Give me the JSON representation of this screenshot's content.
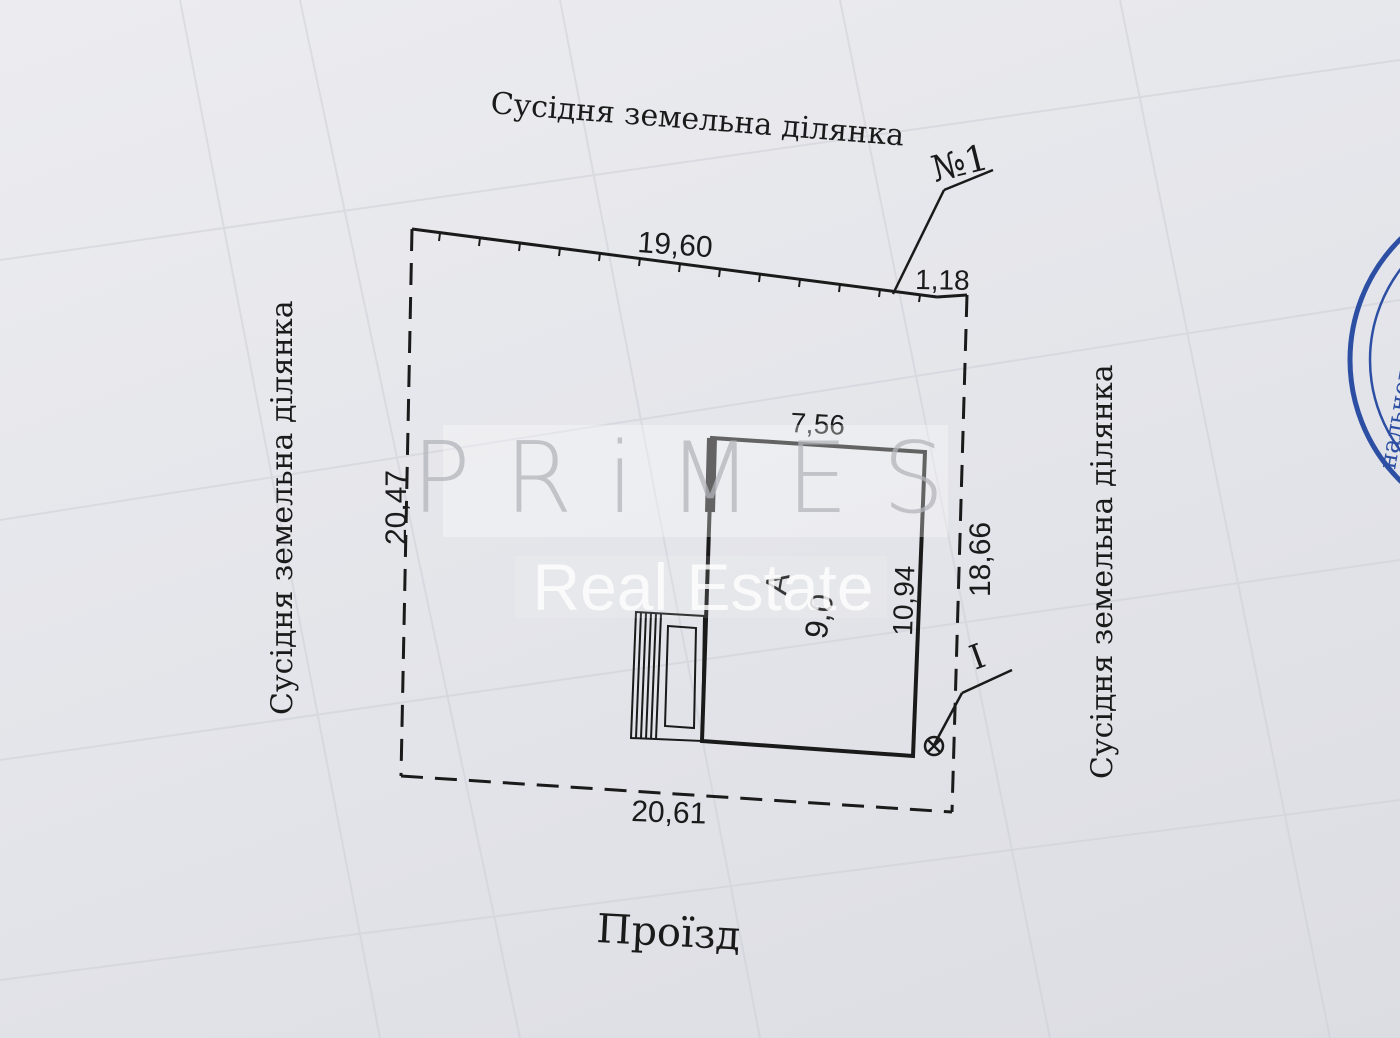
{
  "labels": {
    "north": "Сусідня земельна ділянка",
    "west": "Сусідня земельна ділянка",
    "east": "Сусідня земельна ділянка",
    "south": "Проїзд",
    "parcel_number": "№1",
    "point_label": "I"
  },
  "dimensions": {
    "top": "19,60",
    "top_right_short": "1,18",
    "left": "20,47",
    "right": "18,66",
    "bottom": "20,61",
    "building_width": "7,56",
    "building_depth": "10,94"
  },
  "building": {
    "letter": "А",
    "height": "9,0"
  },
  "watermark": {
    "brand": "PRiMES",
    "subtitle": "Real Estate"
  },
  "stamp": {
    "text": "нального го"
  },
  "colors": {
    "paper": "#e6e7ec",
    "ink": "#1a1a1a",
    "stamp": "#2d4fa3",
    "watermark": "#ffffff"
  }
}
